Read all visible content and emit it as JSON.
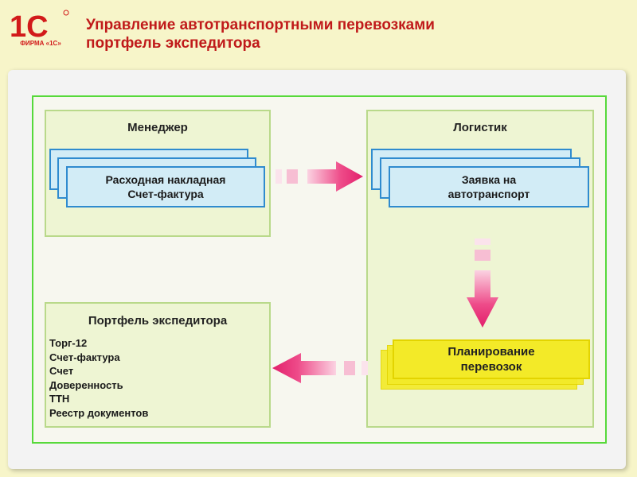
{
  "logo": {
    "mark": "1С",
    "caption": "ФИРМА «1С»"
  },
  "header": {
    "title_line1": "Управление автотранспортными перевозками",
    "title_line2": "портфель экспедитора"
  },
  "manager": {
    "title": "Менеджер",
    "doc_line1": "Расходная накладная",
    "doc_line2": "Счет-фактура"
  },
  "logist": {
    "title": "Логистик",
    "doc_line1": "Заявка на",
    "doc_line2": "автотранспорт",
    "plan_line1": "Планирование",
    "plan_line2": "перевозок"
  },
  "portfolio": {
    "title": "Портфель экспедитора",
    "items": [
      "Торг-12",
      "Счет-фактура",
      "Счет",
      "Доверенность",
      "ТТН",
      "Реестр документов"
    ]
  },
  "colors": {
    "accent_red": "#c01a1a",
    "frame_green": "#56d93a",
    "panel_fill": "#eef5d3",
    "doc_fill": "#d2ecf6",
    "doc_border": "#2f8bcf",
    "plan_fill": "#f3ea28",
    "arrow_pink": "#ea2f78"
  }
}
